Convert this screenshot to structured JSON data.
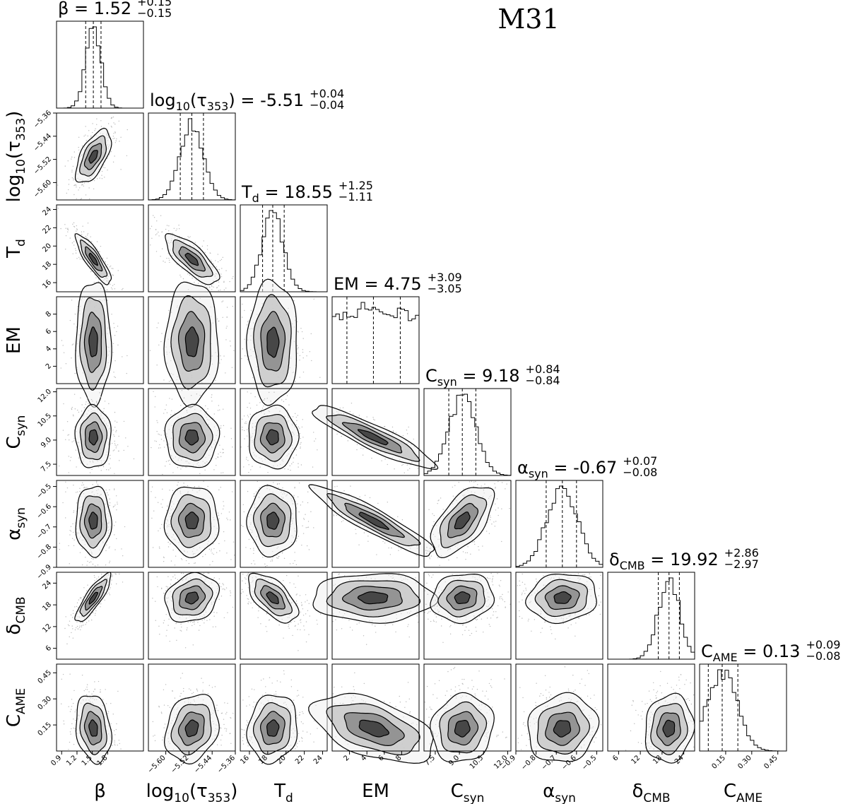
{
  "chart_data": {
    "type": "corner",
    "object_name": "M31",
    "grid": false,
    "params": [
      {
        "axis_label": "β",
        "sub": "",
        "title_label": "β",
        "title_sub": "",
        "title_value": "1.52",
        "plus": "+0.15",
        "minus": "−0.15",
        "median": 1.52,
        "err_plus": 0.15,
        "err_minus": 0.15,
        "lim": [
          0.8,
          2.5
        ],
        "ticks": [
          0.9,
          1.2,
          1.5,
          1.8
        ],
        "tick_labels": [
          "0.9",
          "1.2",
          "1.5",
          "1.8"
        ]
      },
      {
        "axis_label": "log",
        "sub": "10",
        "axis_suffix": "(τ",
        "sub2": "353",
        "axis_end": ")",
        "title_label": "log",
        "title_sub": "10",
        "title_value": "-5.51",
        "plus": "+0.04",
        "minus": "−0.04",
        "median": -5.51,
        "err_plus": 0.04,
        "err_minus": 0.04,
        "lim": [
          -5.66,
          -5.36
        ],
        "ticks": [
          -5.6,
          -5.52,
          -5.44,
          -5.36
        ],
        "tick_labels": [
          "−5.60",
          "−5.52",
          "−5.44",
          "−5.36"
        ]
      },
      {
        "axis_label": "T",
        "sub": "d",
        "title_label": "T",
        "title_sub": "d",
        "title_value": "18.55",
        "plus": "+1.25",
        "minus": "−1.11",
        "median": 18.55,
        "err_plus": 1.25,
        "err_minus": 1.11,
        "lim": [
          15,
          24.5
        ],
        "ticks": [
          16,
          18,
          20,
          22,
          24
        ],
        "tick_labels": [
          "16",
          "18",
          "20",
          "22",
          "24"
        ]
      },
      {
        "axis_label": "EM",
        "sub": "",
        "title_label": "EM",
        "title_sub": "",
        "title_value": "4.75",
        "plus": "+3.09",
        "minus": "−3.05",
        "median": 4.75,
        "err_plus": 3.09,
        "err_minus": 3.05,
        "lim": [
          0,
          10
        ],
        "ticks": [
          2,
          4,
          6,
          8
        ],
        "tick_labels": [
          "2",
          "4",
          "6",
          "8"
        ]
      },
      {
        "axis_label": "C",
        "sub": "syn",
        "title_label": "C",
        "title_sub": "syn",
        "title_value": "9.18",
        "plus": "+0.84",
        "minus": "−0.84",
        "median": 9.18,
        "err_plus": 0.84,
        "err_minus": 0.84,
        "lim": [
          6.8,
          12.2
        ],
        "ticks": [
          7.5,
          9.0,
          10.5,
          12.0
        ],
        "tick_labels": [
          "7.5",
          "9.0",
          "10.5",
          "12.0"
        ]
      },
      {
        "axis_label": "α",
        "sub": "syn",
        "title_label": "α",
        "title_sub": "syn",
        "title_value": "-0.67",
        "plus": "+0.07",
        "minus": "−0.08",
        "median": -0.67,
        "err_plus": 0.07,
        "err_minus": 0.08,
        "lim": [
          -0.9,
          -0.47
        ],
        "ticks": [
          -0.9,
          -0.8,
          -0.7,
          -0.6,
          -0.5
        ],
        "tick_labels": [
          "−0.9",
          "−0.8",
          "−0.7",
          "−0.6",
          "−0.5"
        ]
      },
      {
        "axis_label": "δ",
        "sub": "CMB",
        "title_label": "δ",
        "title_sub": "CMB",
        "title_value": "19.92",
        "plus": "+2.86",
        "minus": "−2.97",
        "median": 19.92,
        "err_plus": 2.86,
        "err_minus": 2.97,
        "lim": [
          3,
          27
        ],
        "ticks": [
          6,
          12,
          18,
          24
        ],
        "tick_labels": [
          "6",
          "12",
          "18",
          "24"
        ]
      },
      {
        "axis_label": "C",
        "sub": "AME",
        "title_label": "C",
        "title_sub": "AME",
        "title_value": "0.13",
        "plus": "+0.09",
        "minus": "−0.08",
        "median": 0.13,
        "err_plus": 0.09,
        "err_minus": 0.08,
        "lim": [
          0.0,
          0.5
        ],
        "ticks": [
          0.15,
          0.3,
          0.45
        ],
        "tick_labels": [
          "0.15",
          "0.30",
          "0.45"
        ]
      }
    ],
    "y_tick_labels": [
      null,
      [
        "−5.60",
        "−5.52",
        "−5.44",
        "−5.36"
      ],
      [
        "16",
        "18",
        "20",
        "22",
        "24"
      ],
      [
        "2",
        "4",
        "6",
        "8"
      ],
      [
        "7.5",
        "9.0",
        "10.5",
        "12.0"
      ],
      [
        "−0.9",
        "−0.8",
        "−0.7",
        "−0.6",
        "−0.5"
      ],
      [
        "6",
        "12",
        "18",
        "24"
      ],
      [
        "0.15",
        "0.30",
        "0.45"
      ]
    ],
    "correlations": [
      [
        1,
        0,
        0,
        0,
        0,
        0,
        0,
        0
      ],
      [
        0.6,
        1,
        0,
        0,
        0,
        0,
        0,
        0
      ],
      [
        -0.85,
        -0.75,
        1,
        0,
        0,
        0,
        0,
        0
      ],
      [
        0,
        0,
        0,
        1,
        0,
        0,
        0,
        0
      ],
      [
        0,
        0,
        0,
        -0.9,
        1,
        0,
        0,
        0
      ],
      [
        0,
        0,
        0,
        -0.92,
        0.6,
        1,
        0,
        0
      ],
      [
        0.85,
        0.2,
        -0.6,
        0,
        0.1,
        0.1,
        1,
        0
      ],
      [
        -0.2,
        0.2,
        0.1,
        -0.5,
        0.1,
        0.1,
        0.1,
        1
      ]
    ]
  }
}
